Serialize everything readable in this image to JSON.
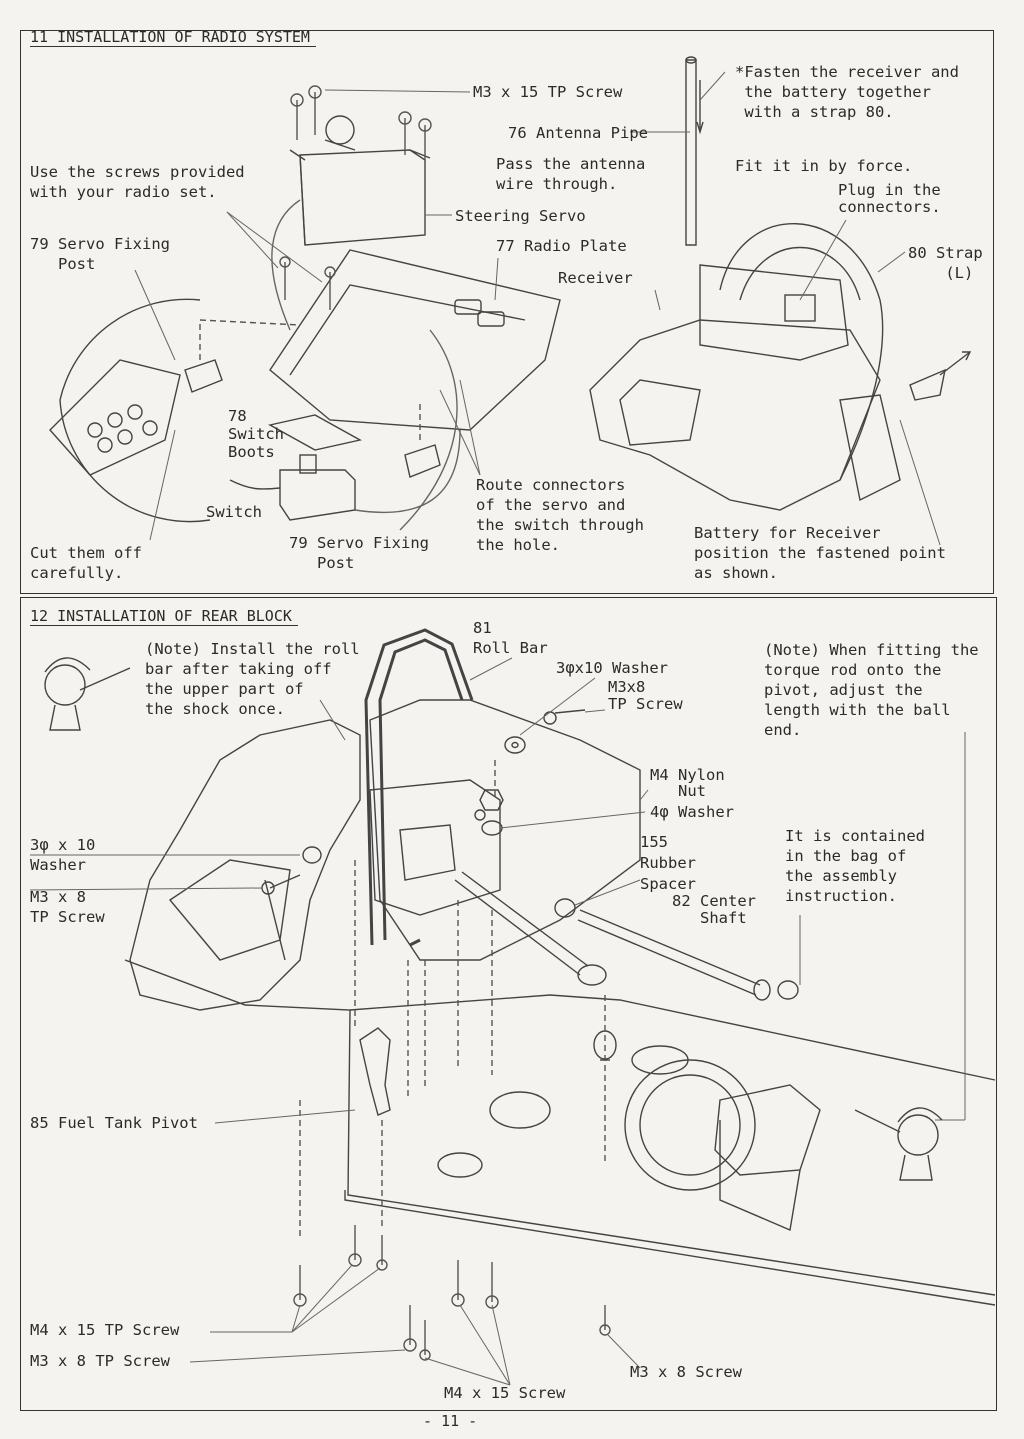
{
  "page_number": "- 11 -",
  "s11": {
    "title": "11 INSTALLATION OF RADIO SYSTEM",
    "m3x15": "M3 x 15 TP Screw",
    "antenna_pipe": "76 Antenna Pipe",
    "fasten_note": "*Fasten the receiver and\n the battery together\n with a strap 80.",
    "use_screws": "Use the screws provided\nwith your radio set.",
    "pass_antenna": "Pass the antenna\nwire through.",
    "fit_force": "Fit it in by force.",
    "plug_in": "Plug in the\nconnectors.",
    "steering_servo": "Steering Servo",
    "servo_post_1": "79 Servo Fixing\n   Post",
    "radio_plate": "77 Radio Plate",
    "strap": "80 Strap\n    (L)",
    "receiver": "Receiver",
    "switch_boots": "78\nSwitch\nBoots",
    "switch": "Switch",
    "route_connectors": "Route connectors\nof the servo and\nthe switch through\nthe hole.",
    "battery_note": "Battery for Receiver\nposition the fastened point\nas shown.",
    "cut_off": "Cut them off\ncarefully.",
    "servo_post_2": "79 Servo Fixing\n   Post"
  },
  "s12": {
    "title": "12 INSTALLATION OF REAR BLOCK",
    "note_roll": "(Note) Install the roll\nbar after taking off\nthe upper part of\nthe shock once.",
    "roll_bar": "81\nRoll Bar",
    "washer_3x10": "3φx10 Washer",
    "m3x8_tp": "M3x8\nTP Screw",
    "note_torque": "(Note) When fitting the\ntorque rod onto the\npivot, adjust the\nlength with the ball\nend.",
    "m4_nylon": "M4 Nylon\n   Nut",
    "washer_4": "4φ Washer",
    "washer_left": "3φ x 10\nWasher",
    "contained": "It is contained\nin the bag of\nthe assembly\ninstruction.",
    "rubber_spacer": "155\nRubber\nSpacer",
    "screw_left": "M3 x 8\nTP Screw",
    "center_shaft": "82 Center\n   Shaft",
    "fuel_tank": "85 Fuel Tank Pivot",
    "m4x15_tp": "M4 x 15 TP Screw",
    "m3x8_tp_bottom": "M3 x 8 TP Screw",
    "m3x8_screw": "M3 x 8 Screw",
    "m4x15_screw": "M4 x 15 Screw"
  }
}
